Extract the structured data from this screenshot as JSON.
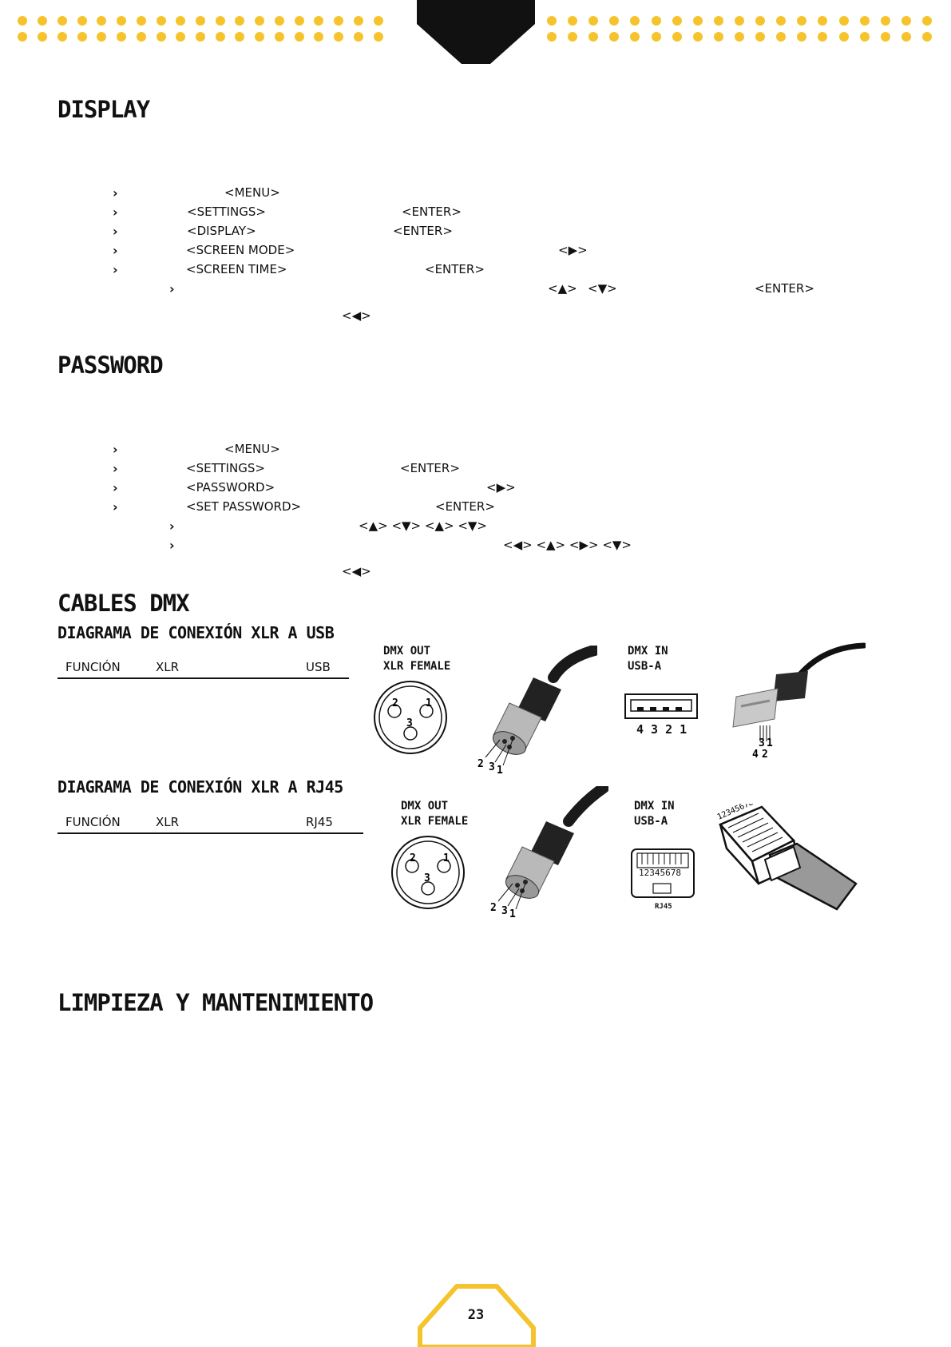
{
  "header": {
    "accent_color": "#f5c42c",
    "tab_color": "#111111"
  },
  "display": {
    "title": "DISPLAY",
    "steps": {
      "s1": "<MENU>",
      "s2a": "<SETTINGS>",
      "s2b": "<ENTER>",
      "s3a": "<DISPLAY>",
      "s3b": "<ENTER>",
      "s4a": "<SCREEN MODE>",
      "s4b": "<▶>",
      "s5a": "<SCREEN TIME>",
      "s5b": "<ENTER>",
      "s6a": "<▲>",
      "s6b": "<▼>",
      "s6c": "<ENTER>",
      "s7": "<◀>"
    }
  },
  "password": {
    "title": "PASSWORD",
    "steps": {
      "s1": "<MENU>",
      "s2a": "<SETTINGS>",
      "s2b": "<ENTER>",
      "s3a": "<PASSWORD>",
      "s3b": "<▶>",
      "s4a": "<SET PASSWORD>",
      "s4b": "<ENTER>",
      "s5": "<▲> <▼> <▲> <▼>",
      "s6": "<◀> <▲> <▶> <▼>",
      "s7": "<◀>"
    }
  },
  "dmx": {
    "title": "CABLES DMX",
    "usb": {
      "subtitle": "DIAGRAMA DE CONEXIÓN XLR A USB",
      "col_function": "FUNCIÓN",
      "col_xlr": "XLR",
      "col_target": "USB",
      "out_label": "DMX OUT\nXLR FEMALE",
      "in_label": "DMX IN\nUSB-A",
      "usb_pins": "4 3 2 1"
    },
    "rj45": {
      "subtitle": "DIAGRAMA DE CONEXIÓN XLR A RJ45",
      "col_function": "FUNCIÓN",
      "col_xlr": "XLR",
      "col_target": "RJ45",
      "out_label": "DMX OUT\nXLR FEMALE",
      "in_label": "DMX IN\nUSB-A",
      "rj45_pins": "12345678",
      "rj45_caption": "RJ45"
    }
  },
  "maintenance": {
    "title": "LIMPIEZA Y MANTENIMIENTO"
  },
  "footer": {
    "page_number": "23"
  }
}
